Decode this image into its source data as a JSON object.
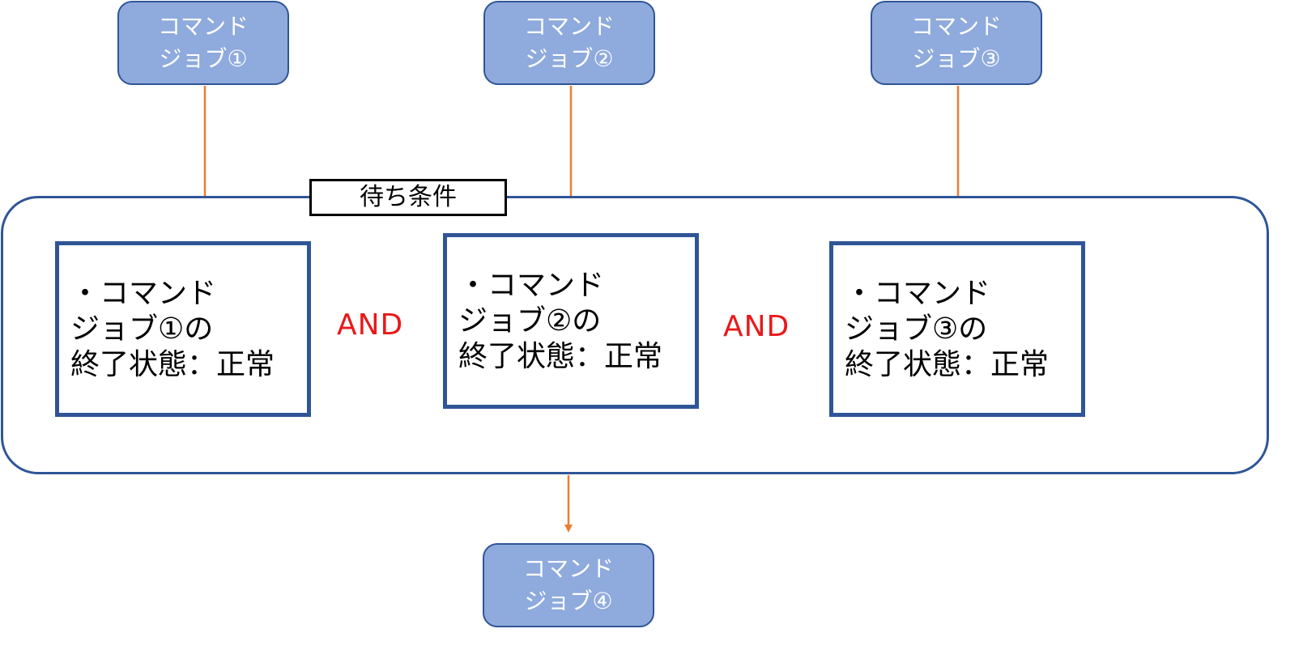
{
  "jobs": {
    "job1": {
      "line1": "コマンド",
      "line2": "ジョブ①"
    },
    "job2": {
      "line1": "コマンド",
      "line2": "ジョブ②"
    },
    "job3": {
      "line1": "コマンド",
      "line2": "ジョブ③"
    },
    "job4": {
      "line1": "コマンド",
      "line2": "ジョブ④"
    }
  },
  "wait": {
    "label": "待ち条件",
    "conditions": [
      {
        "line1": "・コマンド",
        "line2": "ジョブ①の",
        "line3": "終了状態：正常"
      },
      {
        "line1": "・コマンド",
        "line2": "ジョブ②の",
        "line3": "終了状態：正常"
      },
      {
        "line1": "・コマンド",
        "line2": "ジョブ③の",
        "line3": "終了状態：正常"
      }
    ],
    "operators": [
      "AND",
      "AND"
    ]
  },
  "colors": {
    "job_fill": "#8faadc",
    "job_border": "#2f5597",
    "container_border": "#2f5597",
    "arrow": "#ed7d31",
    "operator_text": "#e8191b"
  }
}
